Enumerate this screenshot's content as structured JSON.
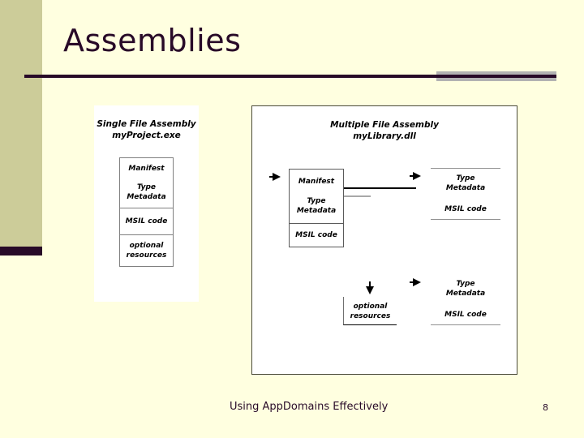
{
  "slide": {
    "title": "Assemblies",
    "background_color": "#FFFFE0",
    "accent_color": "#280A28",
    "band_color": "#CCCC99",
    "rule_gray_color": "#B2B2B2"
  },
  "single_file": {
    "heading_line1": "Single File Assembly",
    "heading_line2": "myProject.exe",
    "cells": [
      {
        "label": "Manifest"
      },
      {
        "label_line1": "Type",
        "label_line2": "Metadata"
      },
      {
        "label": "MSIL code"
      },
      {
        "label_line1": "optional",
        "label_line2": "resources"
      }
    ]
  },
  "multi_file": {
    "heading_line1": "Multiple File Assembly",
    "heading_line2": "myLibrary.dll",
    "main_module": {
      "manifest_label": "Manifest",
      "type_metadata_line1": "Type",
      "type_metadata_line2": "Metadata",
      "msil_label": "MSIL code"
    },
    "module_1": {
      "type_metadata_line1": "Type",
      "type_metadata_line2": "Metadata",
      "msil_label": "MSIL code"
    },
    "module_2": {
      "type_metadata_line1": "Type",
      "type_metadata_line2": "Metadata",
      "msil_label": "MSIL code"
    },
    "optional_resources": {
      "line1": "optional",
      "line2": "resources"
    }
  },
  "footer": {
    "text": "Using AppDomains Effectively",
    "page_number": "8"
  }
}
